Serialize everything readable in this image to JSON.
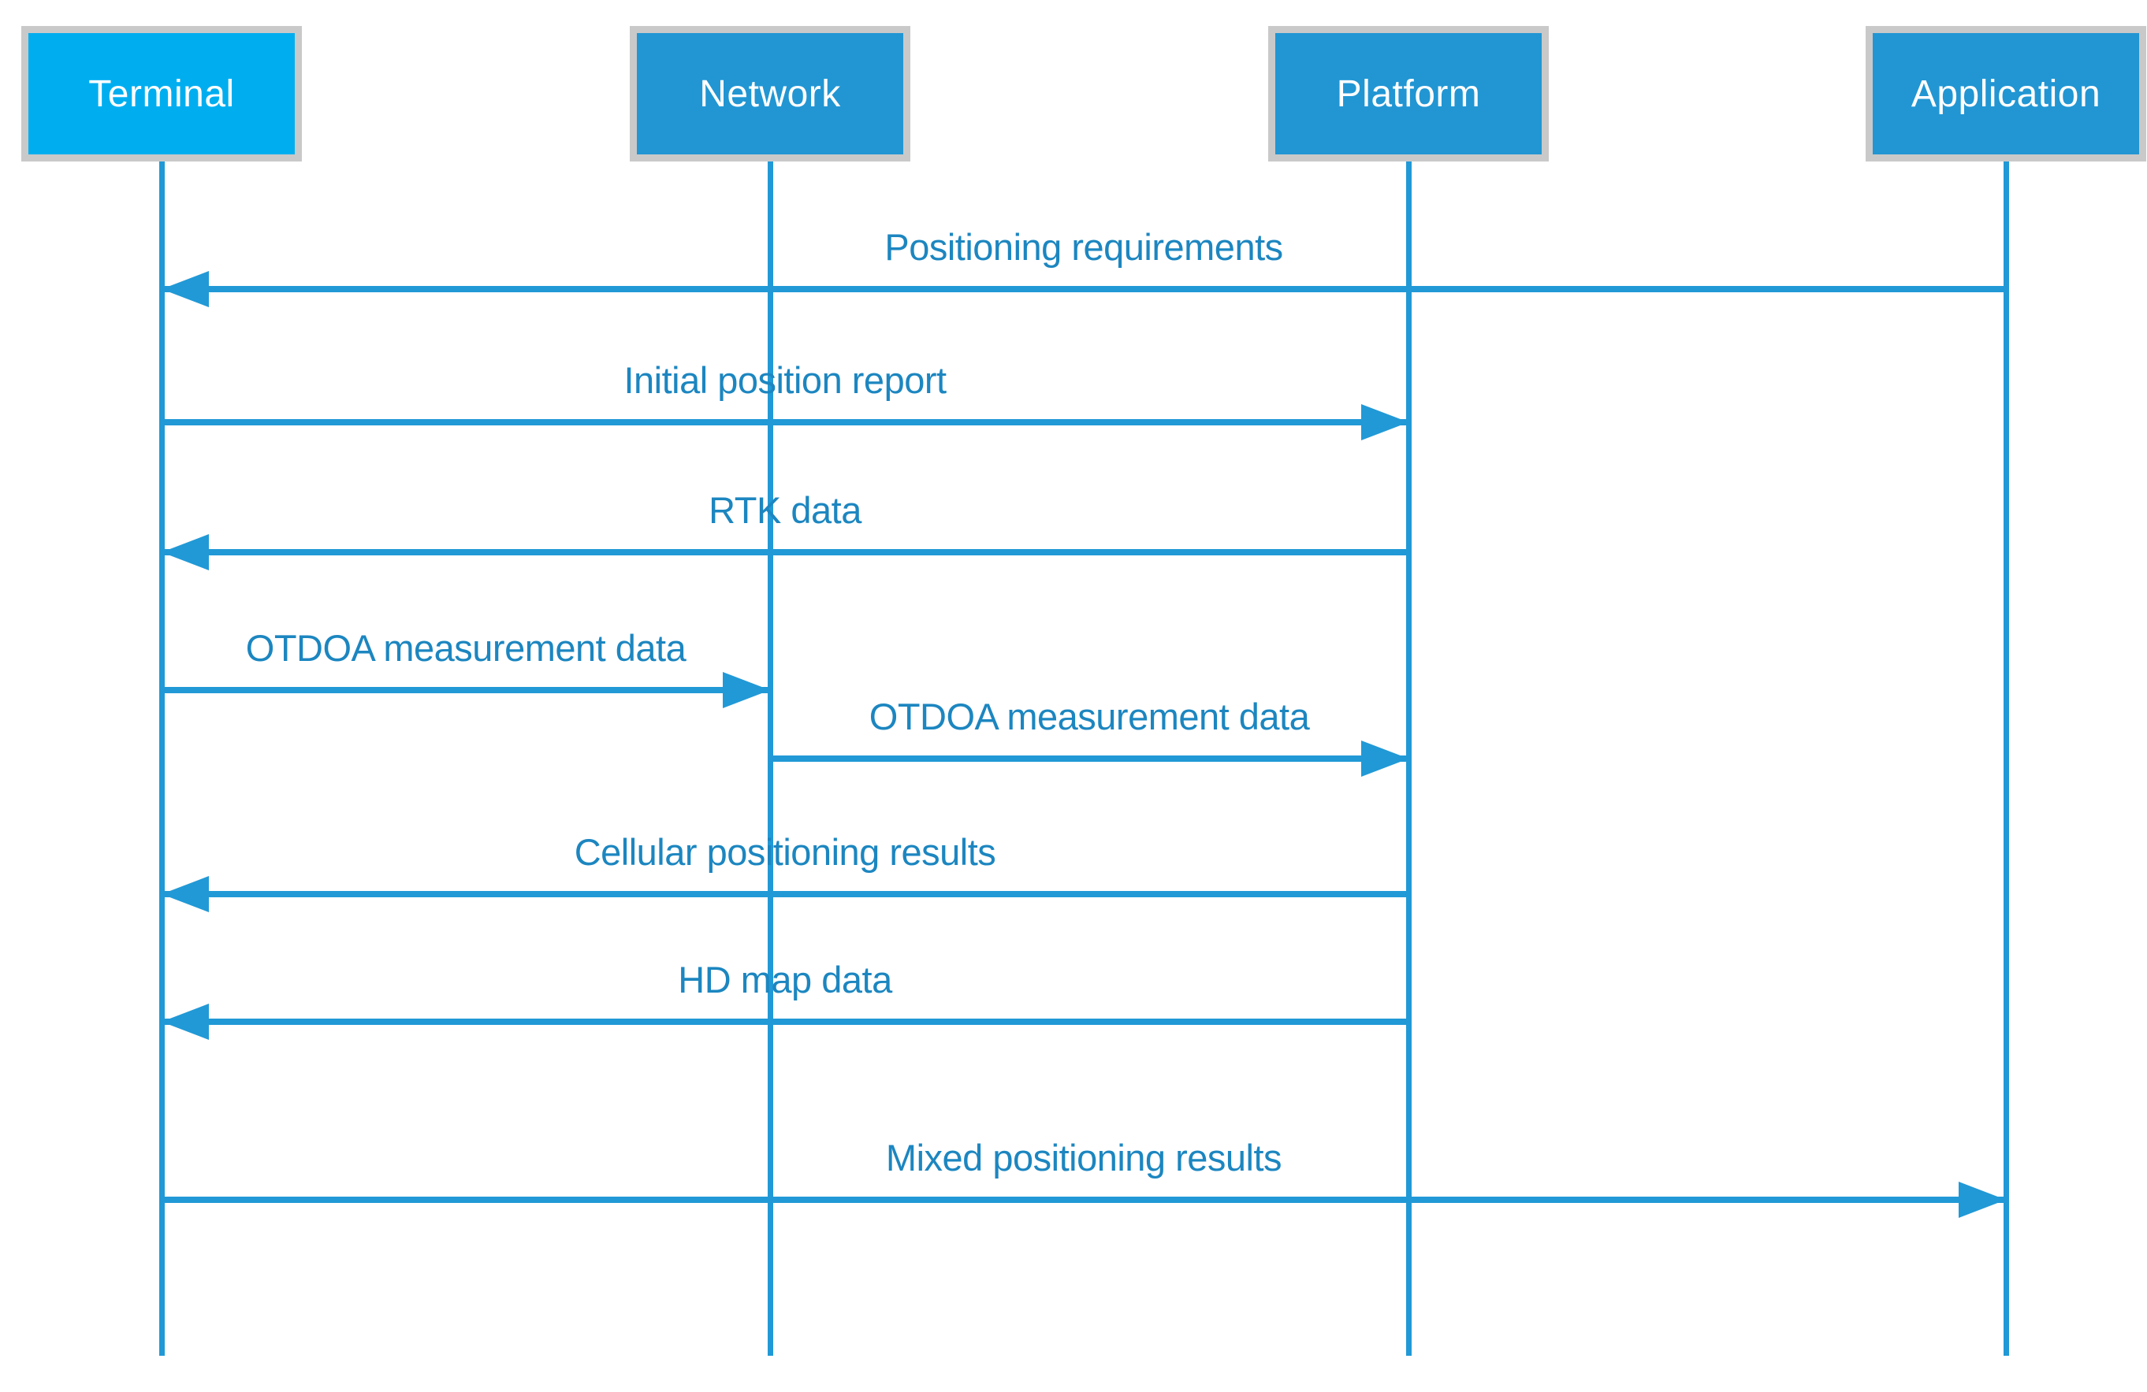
{
  "diagram": {
    "type": "sequence-diagram",
    "colors": {
      "terminal_box_fill": "#00AEF0",
      "actor_box_fill": "#2196D3",
      "box_border": "#C9C9C9",
      "arrow_line": "#2199D6",
      "message_text": "#1C86C0",
      "box_text": "#FFFFFF"
    },
    "actors": [
      {
        "label": "Terminal"
      },
      {
        "label": "Network"
      },
      {
        "label": "Platform"
      },
      {
        "label": "Application"
      }
    ],
    "messages": [
      {
        "label": "Positioning requirements",
        "from": "Application",
        "to": "Terminal"
      },
      {
        "label": "Initial position report",
        "from": "Terminal",
        "to": "Platform"
      },
      {
        "label": "RTK data",
        "from": "Platform",
        "to": "Terminal"
      },
      {
        "label": "OTDOA measurement data",
        "from": "Terminal",
        "to": "Network"
      },
      {
        "label": "OTDOA measurement data",
        "from": "Network",
        "to": "Platform"
      },
      {
        "label": "Cellular positioning results",
        "from": "Platform",
        "to": "Terminal"
      },
      {
        "label": "HD map data",
        "from": "Platform",
        "to": "Terminal"
      },
      {
        "label": "Mixed positioning results",
        "from": "Terminal",
        "to": "Application"
      }
    ]
  }
}
